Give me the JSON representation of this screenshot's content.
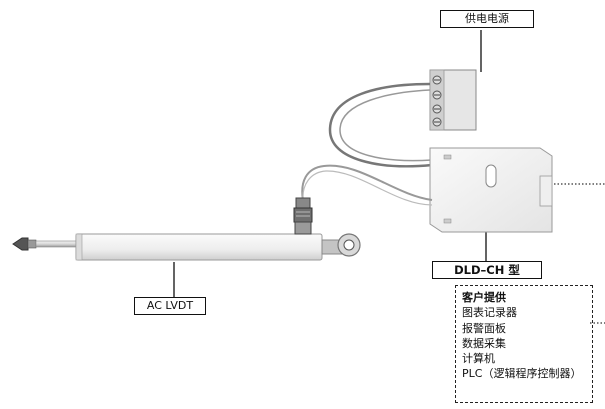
{
  "labels": {
    "power_supply": "供电电源",
    "model": "DLD–CH 型",
    "lvdt": "AC LVDT"
  },
  "customer_box": {
    "title": "客户提供",
    "items": [
      "图表记录器",
      "报警面板",
      "数据采集",
      "计算机",
      "PLC（逻辑程序控制器）"
    ]
  }
}
